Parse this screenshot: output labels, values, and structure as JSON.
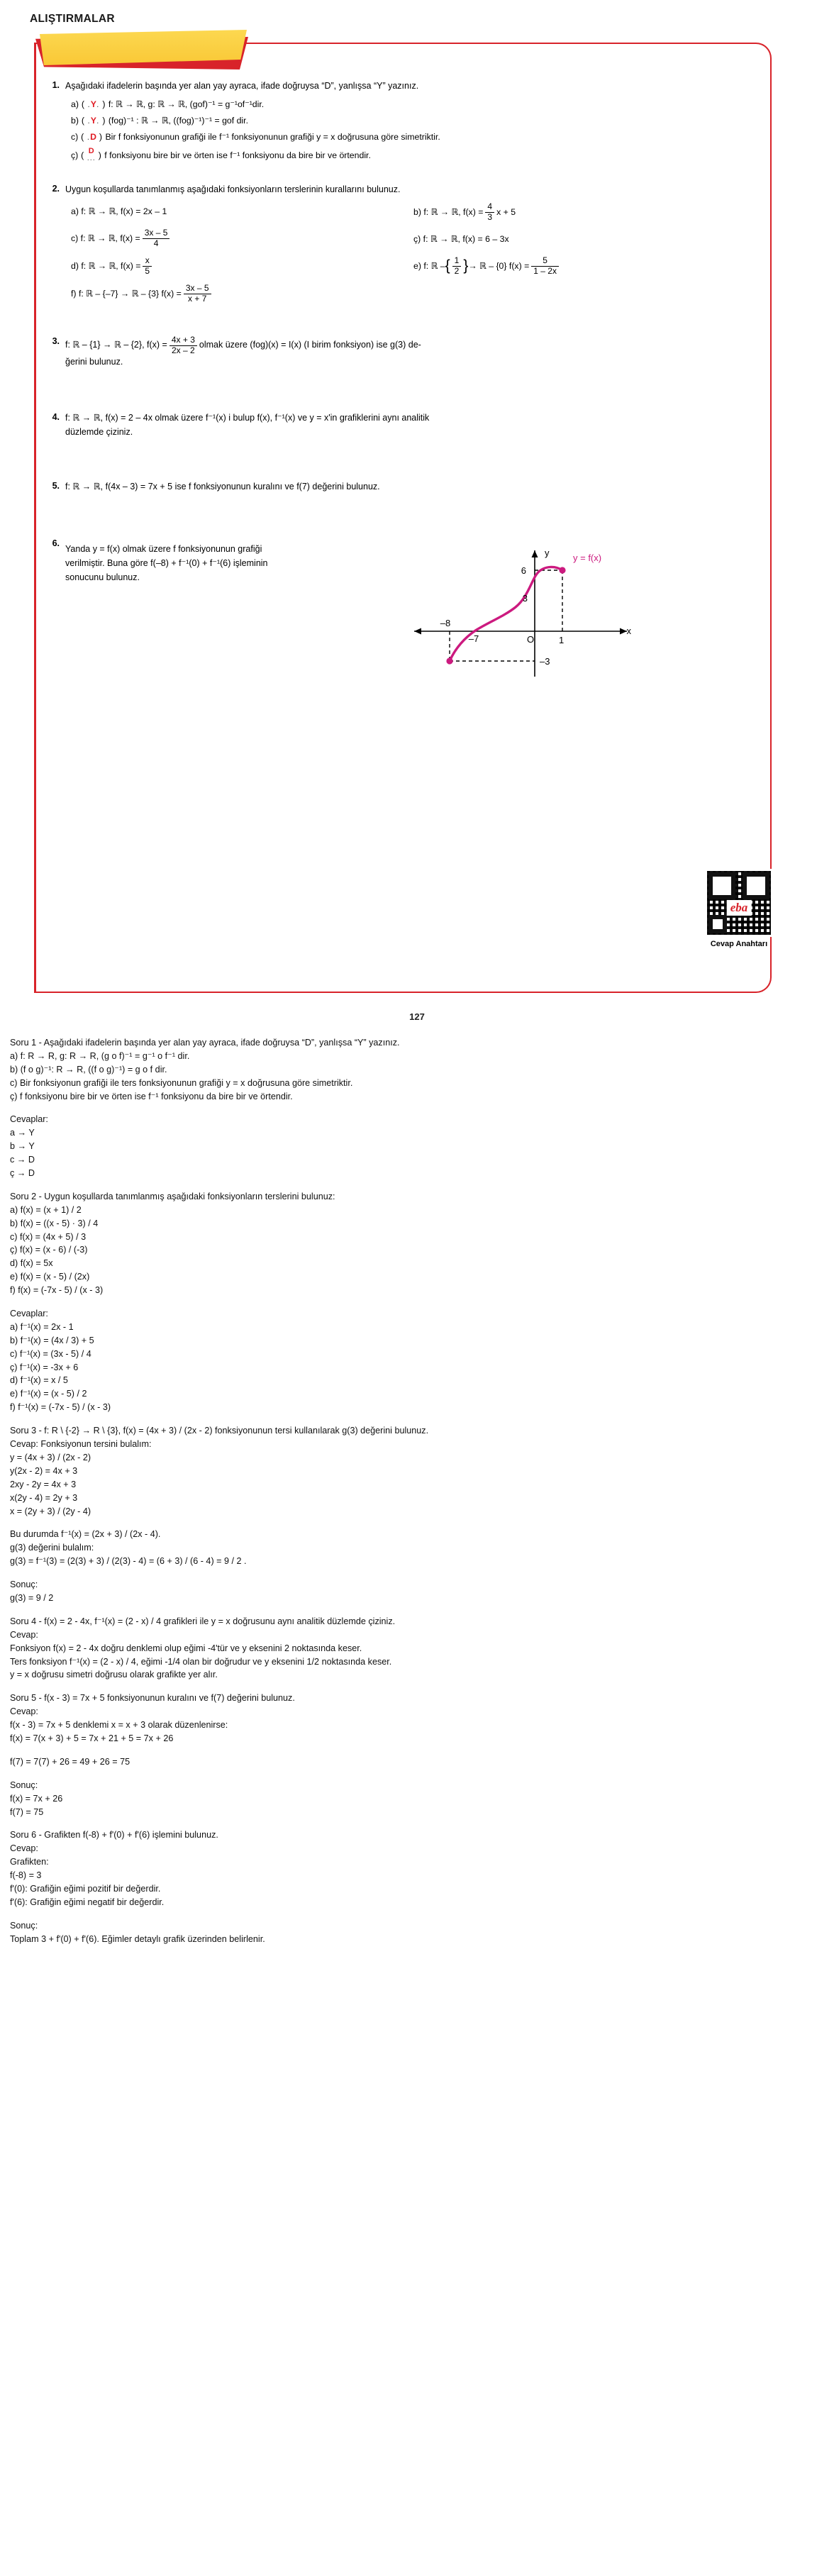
{
  "worksheet": {
    "banner_title": "ALIŞTIRMALAR",
    "page_number": "127",
    "qr_caption": "Cevap Anahtarı",
    "qr_logo": "eba",
    "questions": [
      {
        "num": "1.",
        "prompt": "Aşağıdaki ifadelerin başında yer alan  yay ayraca, ifade doğruysa “D”, yanlışsa “Y” yazınız.",
        "items": [
          {
            "label": "a)",
            "answer": "Y",
            "text": "f: ℝ → ℝ, g: ℝ → ℝ, (gof)⁻¹ = g⁻¹of⁻¹dir."
          },
          {
            "label": "b)",
            "answer": "Y",
            "text": "(fog)⁻¹ : ℝ → ℝ, ((fog)⁻¹)⁻¹ = gof dir."
          },
          {
            "label": "c)",
            "answer": "D",
            "text": "Bir f fonksiyonunun grafiği ile f⁻¹ fonksiyonunun grafiği y = x doğrusuna göre simetriktir."
          },
          {
            "label": "ç)",
            "answer": "D",
            "text": "f fonksiyonu bire bir ve örten ise f⁻¹ fonksiyonu da bire bir ve örtendir."
          }
        ]
      },
      {
        "num": "2.",
        "prompt": "Uygun koşullarda tanımlanmış aşağıdaki fonksiyonların terslerinin kurallarını bulunuz.",
        "items_left": [
          {
            "label": "a)",
            "prefix": "f: ℝ → ℝ, f(x) = 2x – 1",
            "frac": null,
            "suffix": ""
          },
          {
            "label": "c)",
            "prefix": "f: ℝ → ℝ, f(x) = ",
            "frac": {
              "num": "3x – 5",
              "den": "4"
            },
            "suffix": ""
          },
          {
            "label": "d)",
            "prefix": "f: ℝ → ℝ, f(x) = ",
            "frac": {
              "num": "x",
              "den": "5"
            },
            "suffix": ""
          },
          {
            "label": "f)",
            "prefix": "f: ℝ – {–7} → ℝ – {3} f(x) = ",
            "frac": {
              "num": "3x – 5",
              "den": "x + 7"
            },
            "suffix": ""
          }
        ],
        "items_right": [
          {
            "label": "b)",
            "prefix": "f: ℝ → ℝ, f(x) = ",
            "frac": {
              "num": "4",
              "den": "3"
            },
            "suffix": "x + 5"
          },
          {
            "label": "ç)",
            "prefix": "f: ℝ → ℝ, f(x) = 6 – 3x",
            "frac": null,
            "suffix": ""
          },
          {
            "label": "e)",
            "prefix": "f: ℝ – ",
            "frac": {
              "num": "1",
              "den": "2"
            },
            "mid": " → ℝ – {0} f(x) = ",
            "frac2": {
              "num": "5",
              "den": "1 – 2x"
            },
            "suffix": "",
            "braces": true
          }
        ]
      },
      {
        "num": "3.",
        "prefix": "f: ℝ – {1} → ℝ – {2}, f(x) = ",
        "frac": {
          "num": "4x + 3",
          "den": "2x – 2"
        },
        "suffix": " olmak üzere (fog)(x) = I(x) (I birim fonksiyon) ise g(3) de-",
        "line2": "ğerini bulunuz."
      },
      {
        "num": "4.",
        "line1": "f: ℝ → ℝ, f(x) = 2 – 4x olmak üzere f⁻¹(x) i bulup f(x), f⁻¹(x) ve y = x'in grafiklerini aynı analitik",
        "line2": "düzlemde çiziniz."
      },
      {
        "num": "5.",
        "line1": "f: ℝ → ℝ, f(4x – 3) = 7x + 5 ise f fonksiyonunun kuralını ve f(7) değerini bulunuz."
      },
      {
        "num": "6.",
        "line1": "Yanda y = f(x) olmak üzere f fonksiyonunun grafiği",
        "line2": "verilmiştir. Buna göre f(–8) + f⁻¹(0) + f⁻¹(6) işleminin",
        "line3": "sonucunu bulunuz."
      }
    ],
    "graph": {
      "curve_label": "y = f(x)",
      "axis_x": "x",
      "axis_y": "y",
      "origin": "O",
      "x_ticks": [
        "–8",
        "–7",
        "1"
      ],
      "y_ticks": [
        "6",
        "3",
        "–3"
      ],
      "curve_color": "#cc1a7f",
      "points": [
        {
          "x": -8,
          "y": -3
        },
        {
          "x": 1,
          "y": 6
        }
      ]
    }
  },
  "solutions": {
    "blocks": [
      {
        "id": "soru1",
        "lines": [
          "Soru 1 - Aşağıdaki ifadelerin başında yer alan yay ayraca, ifade doğruysa “D”, yanlışsa “Y” yazınız.",
          "a) f: R → R, g: R → R, (g o f)⁻¹ = g⁻¹ o f⁻¹ dir.",
          "b) (f o g)⁻¹: R → R, ((f o g)⁻¹) = g o f dir.",
          "c) Bir fonksiyonun grafiği ile ters fonksiyonunun grafiği y = x doğrusuna göre simetriktir.",
          "ç) f fonksiyonu bire bir ve örten ise f⁻¹ fonksiyonu da bire bir ve örtendir."
        ]
      },
      {
        "id": "cevaplar1",
        "lines": [
          "Cevaplar:",
          "a → Y",
          "b → Y",
          "c → D",
          "ç → D"
        ]
      },
      {
        "id": "soru2",
        "lines": [
          "Soru 2 - Uygun koşullarda tanımlanmış aşağıdaki fonksiyonların terslerini bulunuz:",
          "a) f(x) = (x + 1) / 2",
          "b) f(x) = ((x - 5) · 3) / 4",
          "c) f(x) = (4x + 5) / 3",
          "ç) f(x) = (x - 6) / (-3)",
          "d) f(x) = 5x",
          "e) f(x) = (x - 5) / (2x)",
          "f) f(x) = (-7x - 5) / (x - 3)"
        ]
      },
      {
        "id": "cevaplar2",
        "lines": [
          "Cevaplar:",
          "a) f⁻¹(x) = 2x - 1",
          "b) f⁻¹(x) = (4x / 3) + 5",
          "c) f⁻¹(x) = (3x - 5) / 4",
          "ç) f⁻¹(x) = -3x + 6",
          "d) f⁻¹(x) = x / 5",
          "e) f⁻¹(x) = (x - 5) / 2",
          "f) f⁻¹(x) = (-7x - 5) / (x - 3)"
        ]
      },
      {
        "id": "soru3",
        "lines": [
          "Soru 3 - f: R \\ {-2} → R \\ {3}, f(x) = (4x + 3) / (2x - 2) fonksiyonunun tersi kullanılarak g(3) değerini bulunuz.",
          "Cevap: Fonksiyonun tersini bulalım:",
          "y = (4x + 3) / (2x - 2)",
          "y(2x - 2) = 4x + 3",
          "2xy - 2y = 4x + 3",
          "x(2y - 4) = 2y + 3",
          "x = (2y + 3) / (2y - 4)"
        ]
      },
      {
        "id": "soru3b",
        "lines": [
          "Bu durumda f⁻¹(x) = (2x + 3) / (2x - 4).",
          "g(3) değerini bulalım:",
          "g(3) = f⁻¹(3) = (2(3) + 3) / (2(3) - 4) = (6 + 3) / (6 - 4) = 9 / 2 ."
        ]
      },
      {
        "id": "sonuc3",
        "lines": [
          "Sonuç:",
          "g(3) = 9 / 2"
        ]
      },
      {
        "id": "soru4",
        "lines": [
          "Soru 4 - f(x) = 2 - 4x, f⁻¹(x) = (2 - x) / 4 grafikleri ile y = x doğrusunu aynı analitik düzlemde çiziniz.",
          "Cevap:",
          "Fonksiyon f(x) = 2 - 4x doğru denklemi olup eğimi -4'tür ve y eksenini 2 noktasında keser.",
          "Ters fonksiyon f⁻¹(x) = (2 - x) / 4, eğimi -1/4 olan bir doğrudur ve y eksenini 1/2 noktasında keser.",
          "y = x doğrusu simetri doğrusu olarak grafikte yer alır."
        ]
      },
      {
        "id": "soru5",
        "lines": [
          "Soru 5 - f(x - 3) = 7x + 5 fonksiyonunun kuralını ve f(7) değerini bulunuz.",
          "Cevap:",
          "f(x - 3) = 7x + 5 denklemi x = x + 3 olarak düzenlenirse:",
          "f(x) = 7(x + 3) + 5 = 7x + 21 + 5 = 7x + 26"
        ]
      },
      {
        "id": "soru5b",
        "lines": [
          "f(7) = 7(7) + 26 = 49 + 26 = 75"
        ]
      },
      {
        "id": "sonuc5",
        "lines": [
          "Sonuç:",
          "f(x) = 7x + 26",
          "f(7) = 75"
        ]
      },
      {
        "id": "soru6",
        "lines": [
          "Soru 6 - Grafikten f(-8) + f'(0) + f'(6) işlemini bulunuz.",
          "Cevap:",
          "Grafikten:",
          "f(-8) = 3",
          "f'(0): Grafiğin eğimi pozitif bir değerdir.",
          "f'(6): Grafiğin eğimi negatif bir değerdir."
        ]
      },
      {
        "id": "sonuc6",
        "lines": [
          "Sonuç:",
          "Toplam 3 + f'(0) + f'(6). Eğimler detaylı grafik üzerinden belirlenir."
        ]
      }
    ]
  }
}
